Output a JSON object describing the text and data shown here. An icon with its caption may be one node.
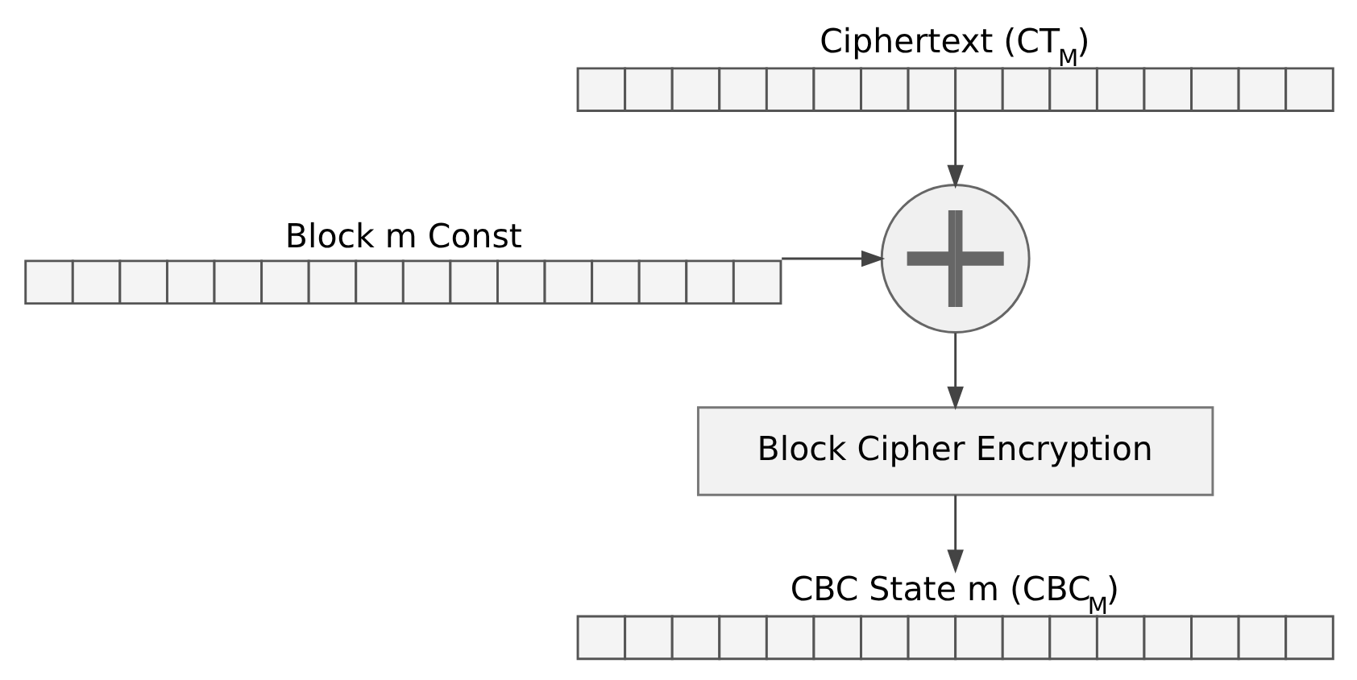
{
  "diagram": {
    "nodes": [
      {
        "text": [
          "Ciphertext (CT$_{M}$)"
        ]
      },
      {
        "text": [
          "Block m Const"
        ]
      },
      {
        "text": [],
        "shape": "circle"
      },
      {
        "text": [
          "Block Cipher Encryption"
        ]
      },
      {
        "text": [
          "CBC State m (CBC$_{M}$)"
        ]
      }
    ],
    "edges": [
      {
        "from": 0,
        "to": 2,
        "arrow": "to"
      },
      {
        "from": 1,
        "to": 2,
        "arrow": "to"
      },
      {
        "from": 2,
        "to": 3,
        "arrow": "to"
      },
      {
        "from": 3,
        "to": 4,
        "arrow": "to"
      }
    ]
  }
}
